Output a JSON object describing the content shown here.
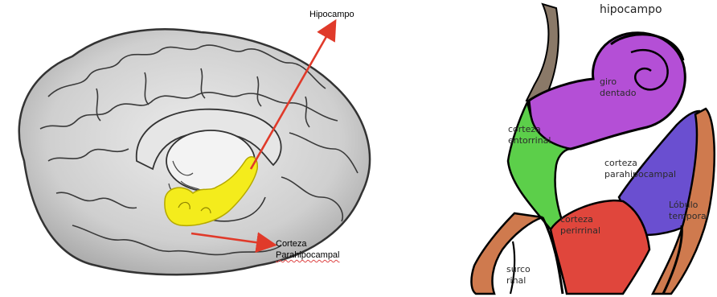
{
  "left_figure": {
    "label_hippocampus": "Hipocampo",
    "label_cortex_line1": "Corteza",
    "label_cortex_line2": "Parahipocampal"
  },
  "right_figure": {
    "title": "hipocampo",
    "giro_line1": "giro",
    "giro_line2": "dentado",
    "entorrinal_line1": "corteza",
    "entorrinal_line2": "entorrinal",
    "parahipo_line1": "corteza",
    "parahipo_line2": "parahipocampal",
    "perirrinal_line1": "corteza",
    "perirrinal_line2": "perirrinal",
    "lobulo_line1": "Lóbulo",
    "lobulo_line2": "temporal",
    "surco_line1": "surco",
    "surco_line2": "rinal"
  },
  "colors": {
    "arrow": "#e03a2a",
    "hippocampus_yellow": "#f4ec1c",
    "giro_dentado": "#b44fd6",
    "entorrinal": "#5ccf4a",
    "parahipocampal": "#6a4fd0",
    "perirrinal": "#e0463c",
    "temporal": "#cf7a4e"
  }
}
